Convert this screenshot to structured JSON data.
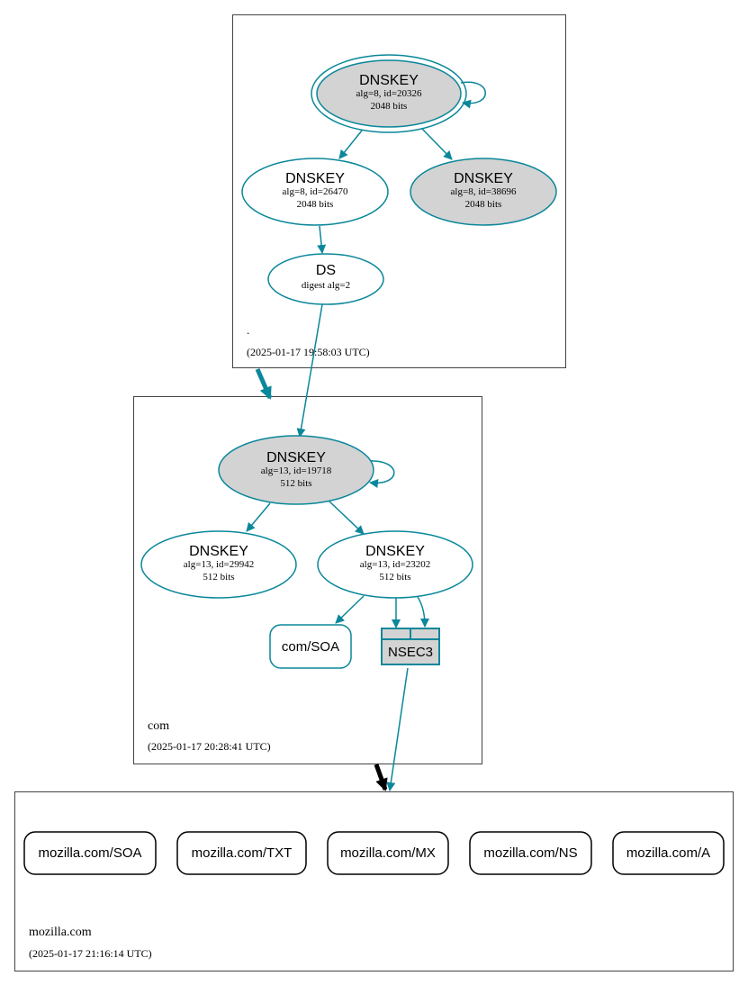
{
  "colors": {
    "edge": "#0a879a",
    "ksk_fill": "#d3d3d3",
    "box_stroke": "#444444",
    "delegation_insecure": "#000000"
  },
  "zones": {
    "root": {
      "name": ".",
      "timestamp": "(2025-01-17 19:58:03 UTC)",
      "ksk": {
        "title": "DNSKEY",
        "line1": "alg=8, id=20326",
        "line2": "2048 bits"
      },
      "zsk": {
        "title": "DNSKEY",
        "line1": "alg=8, id=26470",
        "line2": "2048 bits"
      },
      "standby": {
        "title": "DNSKEY",
        "line1": "alg=8, id=38696",
        "line2": "2048 bits"
      },
      "ds": {
        "title": "DS",
        "line1": "digest alg=2"
      }
    },
    "com": {
      "name": "com",
      "timestamp": "(2025-01-17 20:28:41 UTC)",
      "ksk": {
        "title": "DNSKEY",
        "line1": "alg=13, id=19718",
        "line2": "512 bits"
      },
      "key_a": {
        "title": "DNSKEY",
        "line1": "alg=13, id=29942",
        "line2": "512 bits"
      },
      "key_b": {
        "title": "DNSKEY",
        "line1": "alg=13, id=23202",
        "line2": "512 bits"
      },
      "soa": "com/SOA",
      "nsec3": "NSEC3"
    },
    "mozilla": {
      "name": "mozilla.com",
      "timestamp": "(2025-01-17 21:16:14 UTC)",
      "records": [
        "mozilla.com/SOA",
        "mozilla.com/TXT",
        "mozilla.com/MX",
        "mozilla.com/NS",
        "mozilla.com/A"
      ]
    }
  }
}
